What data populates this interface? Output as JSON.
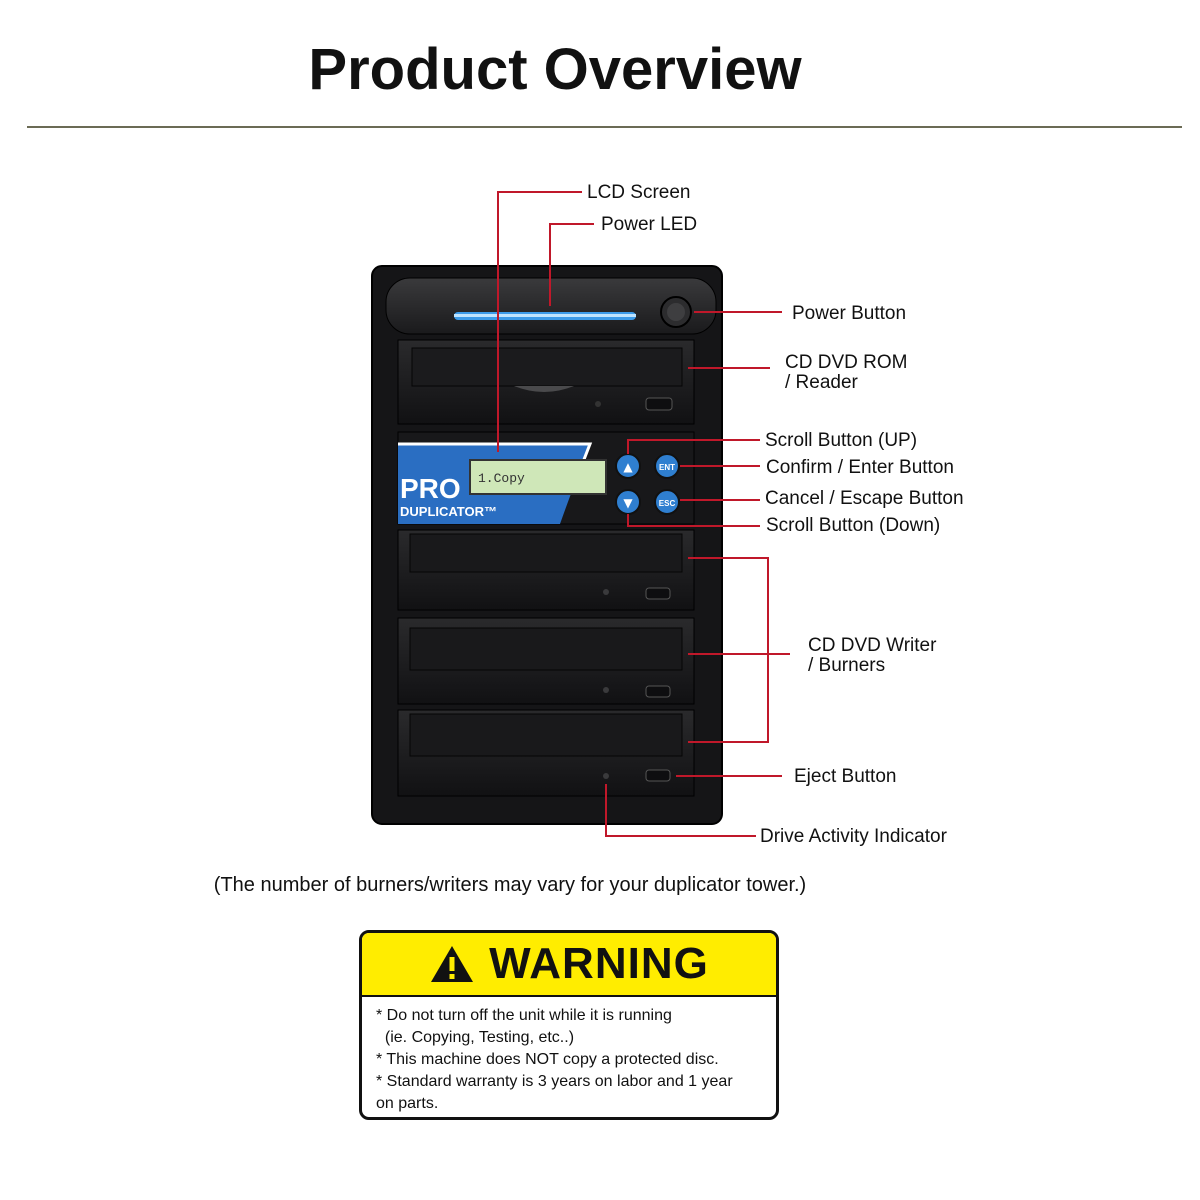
{
  "title": "Product Overview",
  "device": {
    "lcd_text": "1.Copy",
    "brand_line1": "PRO",
    "brand_line2": "DUPLICATOR™",
    "btn_up": "▲",
    "btn_ent": "ENT",
    "btn_down": "▼",
    "btn_esc": "ESC"
  },
  "labels": {
    "lcd_screen": "LCD Screen",
    "power_led": "Power LED",
    "power_button": "Power Button",
    "reader_line1": "CD DVD ROM",
    "reader_line2": "/ Reader",
    "scroll_up": "Scroll Button (UP)",
    "enter": "Confirm / Enter Button",
    "escape": "Cancel / Escape Button",
    "scroll_down": "Scroll Button (Down)",
    "writer_line1": "CD DVD Writer",
    "writer_line2": "/ Burners",
    "eject": "Eject Button",
    "activity": "Drive Activity Indicator"
  },
  "note": "(The number of burners/writers  may vary for your duplicator tower.)",
  "warning": {
    "title": "WARNING",
    "lines": [
      "* Do not turn off the unit while it is running",
      "  (ie. Copying, Testing, etc..)",
      "* This machine does NOT copy a protected disc.",
      "* Standard warranty is 3 years on labor and 1 year",
      "on parts."
    ]
  },
  "colors": {
    "leader": "#c0182a",
    "warning_yellow": "#ffed00",
    "tower": "#1c1c1e"
  }
}
